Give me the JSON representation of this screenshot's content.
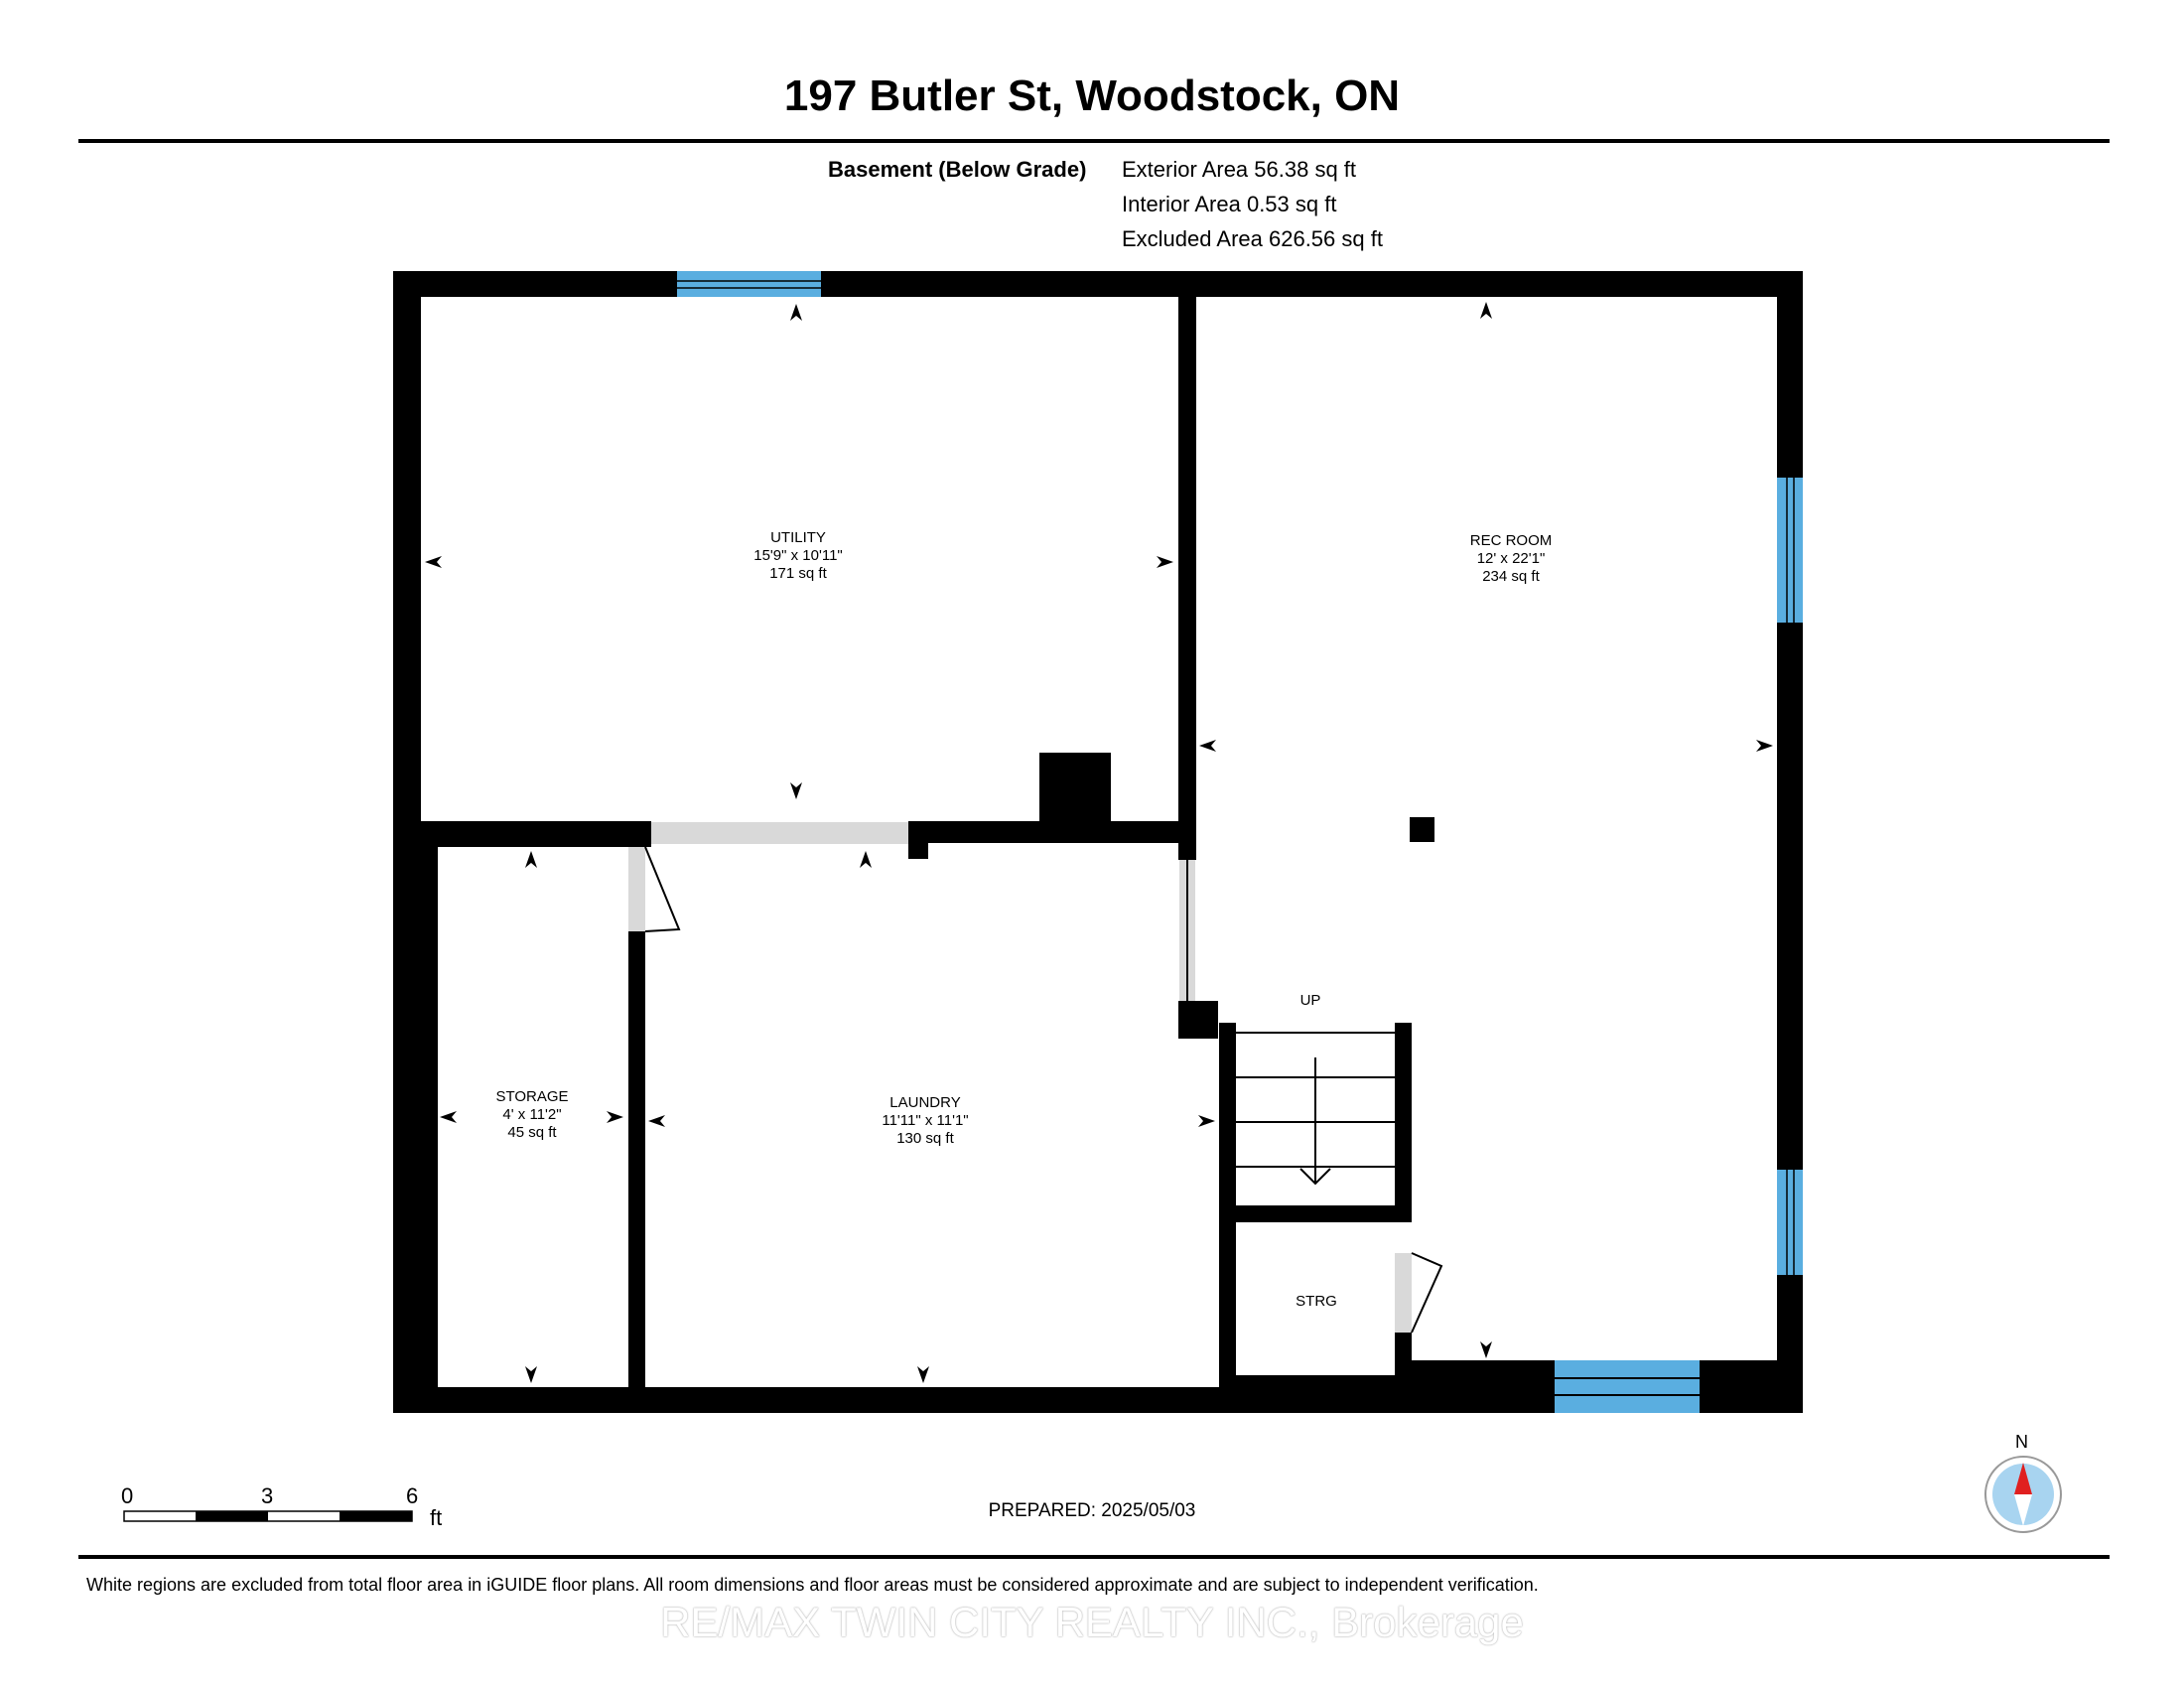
{
  "title": "197 Butler St, Woodstock, ON",
  "floor": {
    "name": "Basement (Below Grade)",
    "exterior_area": "Exterior Area 56.38 sq ft",
    "interior_area": "Interior Area 0.53 sq ft",
    "excluded_area": "Excluded Area 626.56 sq ft"
  },
  "rooms": {
    "utility": {
      "name": "UTILITY",
      "dims": "15'9\" x 10'11\"",
      "area": "171 sq ft"
    },
    "rec_room": {
      "name": "REC ROOM",
      "dims": "12' x 22'1\"",
      "area": "234 sq ft"
    },
    "storage": {
      "name": "STORAGE",
      "dims": "4' x 11'2\"",
      "area": "45 sq ft"
    },
    "laundry": {
      "name": "LAUNDRY",
      "dims": "11'11\" x 11'1\"",
      "area": "130 sq ft"
    },
    "strg": {
      "name": "STRG"
    },
    "stairs": {
      "label": "UP"
    }
  },
  "scale": {
    "ticks": [
      "0",
      "3",
      "6"
    ],
    "unit": "ft"
  },
  "prepared": "PREPARED: 2025/05/03",
  "compass": {
    "label": "N"
  },
  "disclaimer": "White regions are excluded from total floor area in iGUIDE floor plans. All room dimensions and floor areas must be considered approximate and are subject to independent verification.",
  "watermark": "RE/MAX TWIN CITY REALTY INC., Brokerage",
  "colors": {
    "wall": "#000000",
    "window": "#5aaee0",
    "opening": "#d9d9d9",
    "compass_needle": "#e02020",
    "compass_ring": "#a8d4f0"
  }
}
